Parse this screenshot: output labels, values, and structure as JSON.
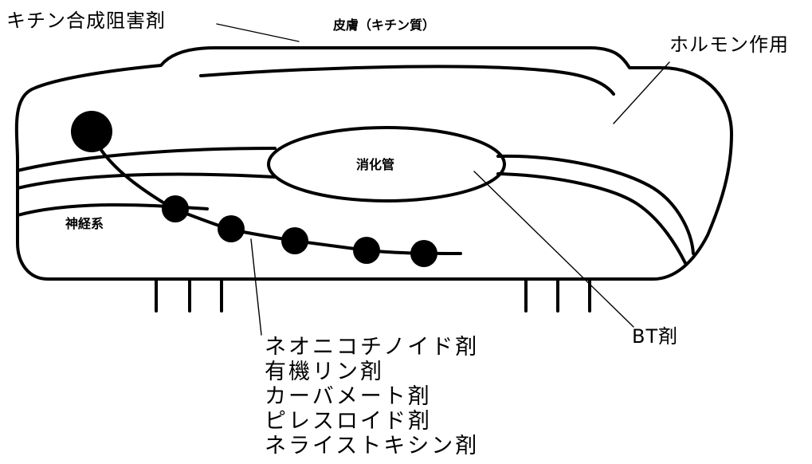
{
  "labels": {
    "chitin_inhibitor": "キチン合成阻害剤",
    "cuticle": "皮膚（キチン質）",
    "hormone": "ホルモン作用",
    "digestive_tract": "消化管",
    "nervous_system": "神経系",
    "bt_agent": "BT剤"
  },
  "nerve_agents": [
    "ネオニコチノイド剤",
    "有機リン剤",
    "カーバメート剤",
    "ピレスロイド剤",
    "ネライストキシン剤"
  ],
  "colors": {
    "line": "#000000",
    "background": "#ffffff"
  }
}
